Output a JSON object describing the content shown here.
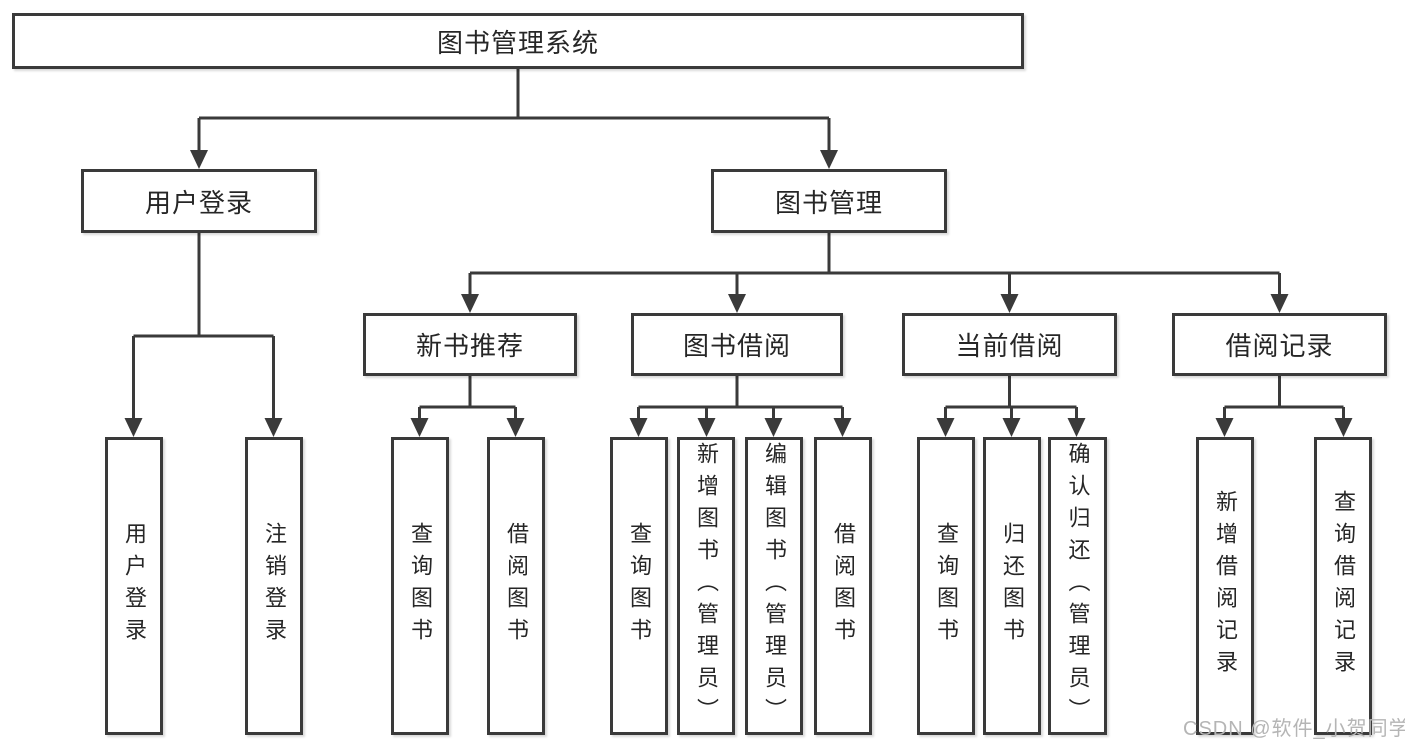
{
  "colors": {
    "line": "#3a3a3a",
    "box_border": "#3a3a3a",
    "text": "#262626",
    "watermark": "#b5b5b5",
    "background": "#ffffff"
  },
  "diagram": {
    "root": {
      "label": "图书管理系统"
    },
    "level2": [
      {
        "label": "用户登录"
      },
      {
        "label": "图书管理"
      }
    ],
    "level3": [
      {
        "label": "新书推荐",
        "parent": "图书管理"
      },
      {
        "label": "图书借阅",
        "parent": "图书管理"
      },
      {
        "label": "当前借阅",
        "parent": "图书管理"
      },
      {
        "label": "借阅记录",
        "parent": "图书管理"
      }
    ],
    "leaves": [
      {
        "label": "用户登录",
        "parent": "用户登录"
      },
      {
        "label": "注销登录",
        "parent": "用户登录"
      },
      {
        "label": "查询图书",
        "parent": "新书推荐"
      },
      {
        "label": "借阅图书",
        "parent": "新书推荐"
      },
      {
        "label": "查询图书",
        "parent": "图书借阅"
      },
      {
        "label": "新增图书（管理员）",
        "parent": "图书借阅"
      },
      {
        "label": "编辑图书（管理员）",
        "parent": "图书借阅"
      },
      {
        "label": "借阅图书",
        "parent": "图书借阅"
      },
      {
        "label": "查询图书",
        "parent": "当前借阅"
      },
      {
        "label": "归还图书",
        "parent": "当前借阅"
      },
      {
        "label": "确认归还（管理员）",
        "parent": "当前借阅"
      },
      {
        "label": "新增借阅记录",
        "parent": "借阅记录"
      },
      {
        "label": "查询借阅记录",
        "parent": "借阅记录"
      }
    ]
  },
  "watermark": {
    "text": "CSDN @软件_小贺同学"
  }
}
